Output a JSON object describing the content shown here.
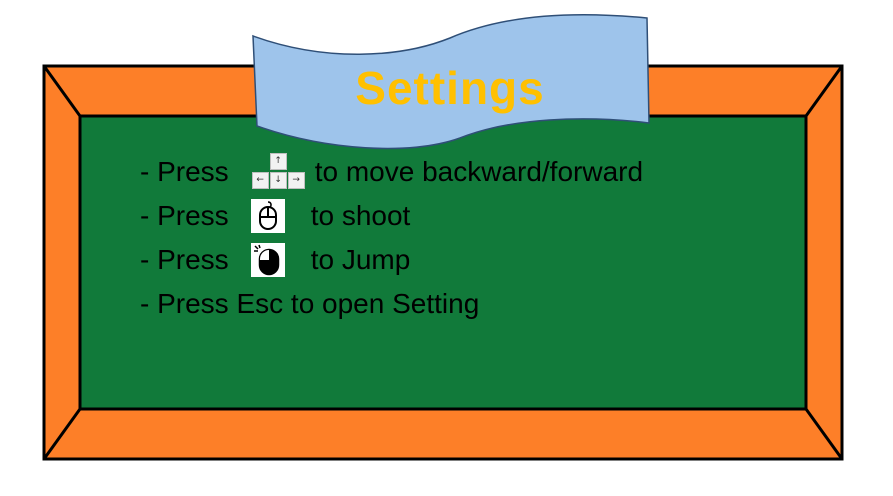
{
  "title": "Settings",
  "instructions": [
    {
      "prefix": "- Press",
      "icon": "arrow-keys-icon",
      "text": "to move backward/forward"
    },
    {
      "prefix": "- Press",
      "icon": "mouse-left-click-icon",
      "text": "to shoot"
    },
    {
      "prefix": "- Press",
      "icon": "mouse-right-click-icon",
      "text": "to Jump"
    },
    {
      "text": "- Press Esc to open Setting"
    }
  ],
  "arrow_keys": {
    "up": "↑",
    "left": "←",
    "down": "↓",
    "right": "→"
  },
  "colors": {
    "frame_orange": "#fd7f28",
    "board_green": "#117a3a",
    "banner_blue": "#9ec4eb",
    "banner_border": "#2f4f77",
    "title_gold": "#ffc000"
  }
}
